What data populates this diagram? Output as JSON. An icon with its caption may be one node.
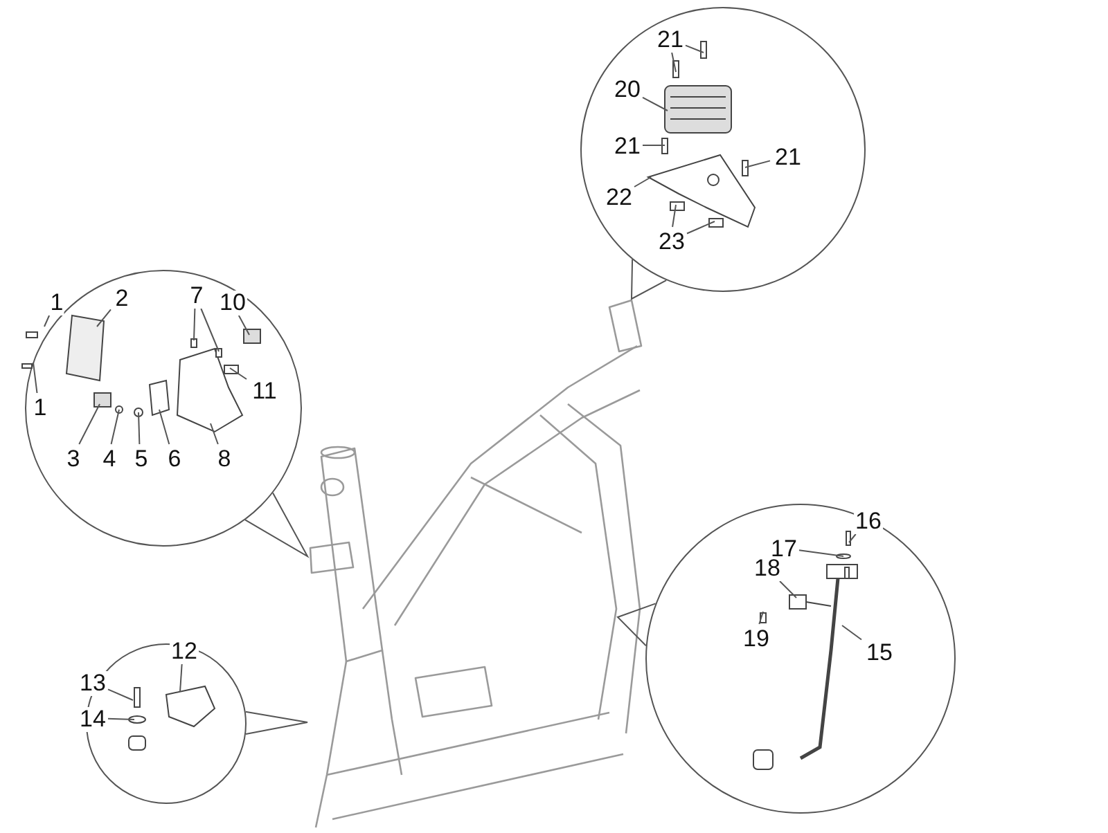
{
  "diagram": {
    "nodes": [
      {
        "text": [],
        "shape": "picture"
      },
      {
        "text": [],
        "shape": "circle"
      },
      {
        "text": [],
        "shape": "circle"
      },
      {
        "text": [],
        "shape": "circle"
      },
      {
        "text": [],
        "shape": "circle"
      },
      {
        "text": [
          "21"
        ],
        "in": 1
      },
      {
        "text": [
          "20"
        ],
        "in": 1
      },
      {
        "text": [
          "21"
        ],
        "in": 1
      },
      {
        "text": [
          "21"
        ],
        "in": 1
      },
      {
        "text": [
          "22"
        ],
        "in": 1
      },
      {
        "text": [
          "23"
        ],
        "in": 1
      },
      {
        "text": [
          "1"
        ],
        "in": 2
      },
      {
        "text": [
          "2"
        ],
        "in": 2
      },
      {
        "text": [
          "7"
        ],
        "in": 2
      },
      {
        "text": [
          "10"
        ],
        "in": 2
      },
      {
        "text": [
          "1"
        ],
        "in": 2
      },
      {
        "text": [
          "11"
        ],
        "in": 2
      },
      {
        "text": [
          "3"
        ],
        "in": 2
      },
      {
        "text": [
          "4"
        ],
        "in": 2
      },
      {
        "text": [
          "5"
        ],
        "in": 2
      },
      {
        "text": [
          "6"
        ],
        "in": 2
      },
      {
        "text": [
          "8"
        ],
        "in": 2
      },
      {
        "text": [
          "16"
        ],
        "in": 3
      },
      {
        "text": [
          "17"
        ],
        "in": 3
      },
      {
        "text": [
          "18"
        ],
        "in": 3
      },
      {
        "text": [
          "19"
        ],
        "in": 3
      },
      {
        "text": [
          "15"
        ],
        "in": 3
      },
      {
        "text": [
          "12"
        ],
        "in": 4
      },
      {
        "text": [
          "13"
        ],
        "in": 4
      },
      {
        "text": [
          "14"
        ],
        "in": 4
      }
    ],
    "edges": [
      {
        "from": 1,
        "to": 0,
        "arrow": "none"
      },
      {
        "from": 2,
        "to": 0,
        "arrow": "none"
      },
      {
        "from": 3,
        "to": 0,
        "arrow": "none"
      },
      {
        "from": 4,
        "to": 0,
        "arrow": "none"
      },
      {
        "from": 5,
        "to": null,
        "arrow": "none"
      },
      {
        "from": 5,
        "to": null,
        "arrow": "none"
      },
      {
        "from": 6,
        "to": null,
        "arrow": "none"
      },
      {
        "from": 7,
        "to": null,
        "arrow": "none"
      },
      {
        "from": 8,
        "to": null,
        "arrow": "none"
      },
      {
        "from": 9,
        "to": null,
        "arrow": "none"
      },
      {
        "from": 10,
        "to": null,
        "arrow": "none"
      },
      {
        "from": 10,
        "to": null,
        "arrow": "none"
      },
      {
        "from": 11,
        "to": null,
        "arrow": "none"
      },
      {
        "from": 12,
        "to": null,
        "arrow": "none"
      },
      {
        "from": 13,
        "to": null,
        "arrow": "none"
      },
      {
        "from": 13,
        "to": null,
        "arrow": "none"
      },
      {
        "from": 14,
        "to": null,
        "arrow": "none"
      },
      {
        "from": 15,
        "to": null,
        "arrow": "none"
      },
      {
        "from": 16,
        "to": null,
        "arrow": "none"
      },
      {
        "from": 17,
        "to": null,
        "arrow": "none"
      },
      {
        "from": 18,
        "to": null,
        "arrow": "none"
      },
      {
        "from": 19,
        "to": null,
        "arrow": "none"
      },
      {
        "from": 20,
        "to": null,
        "arrow": "none"
      },
      {
        "from": 21,
        "to": null,
        "arrow": "none"
      },
      {
        "from": 22,
        "to": null,
        "arrow": "none"
      },
      {
        "from": 23,
        "to": null,
        "arrow": "none"
      },
      {
        "from": 24,
        "to": null,
        "arrow": "none"
      },
      {
        "from": 25,
        "to": null,
        "arrow": "none"
      },
      {
        "from": 26,
        "to": null,
        "arrow": "none"
      },
      {
        "from": 27,
        "to": null,
        "arrow": "none"
      },
      {
        "from": 28,
        "to": null,
        "arrow": "none"
      },
      {
        "from": 29,
        "to": null,
        "arrow": "none"
      }
    ]
  }
}
